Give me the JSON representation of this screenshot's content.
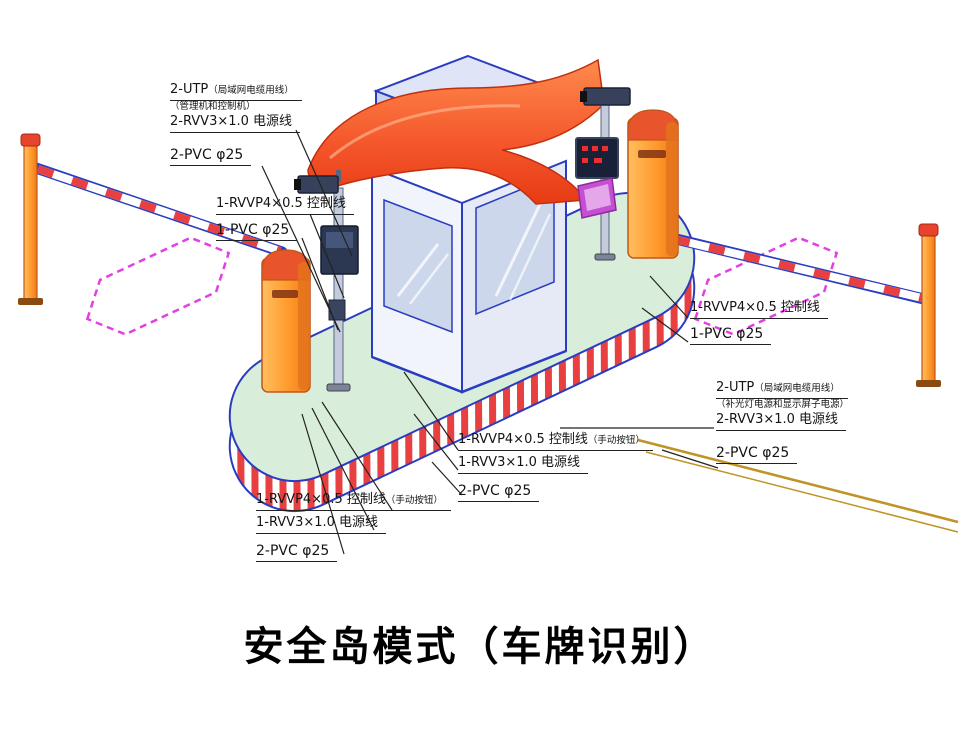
{
  "title": "安全岛模式（车牌识别）",
  "colors": {
    "outline_blue": "#2a3cc0",
    "canopy_orange": "#f4552a",
    "island_green": "#d9eeda",
    "stripe_red": "#e84040",
    "cabinet_orange": "#ff9a2e",
    "loop_pink": "#e43ee4",
    "duct_yellow": "#bf9426",
    "led_red": "#e83030",
    "sign_magenta": "#c44fd2"
  },
  "callouts": {
    "a": {
      "line1_main": "2-UTP",
      "line1_note": "（局域网电缆用线）",
      "line2_note": "（管理机和控制机）",
      "line3": "2-RVV3×1.0 电源线",
      "line4": "2-PVC φ25"
    },
    "b": {
      "line1": "1-RVVP4×0.5 控制线",
      "line2": "1-PVC φ25"
    },
    "c": {
      "line1": "1-RVVP4×0.5 控制线",
      "line2": "1-PVC φ25"
    },
    "d": {
      "line1_main": "2-UTP",
      "line1_note": "（局域网电缆用线）",
      "line2_note": "（补光灯电源和显示屏子电源）",
      "line3": "2-RVV3×1.0 电源线",
      "line4": "2-PVC φ25"
    },
    "e": {
      "line1_main": "1-RVVP4×0.5 控制线",
      "line1_note": "（手动按钮）",
      "line2": "1-RVV3×1.0 电源线",
      "line3": "2-PVC φ25"
    },
    "f": {
      "line1_main": "1-RVVP4×0.5 控制线",
      "line1_note": "（手动按钮）",
      "line2": "1-RVV3×1.0 电源线",
      "line3": "2-PVC φ25"
    }
  }
}
